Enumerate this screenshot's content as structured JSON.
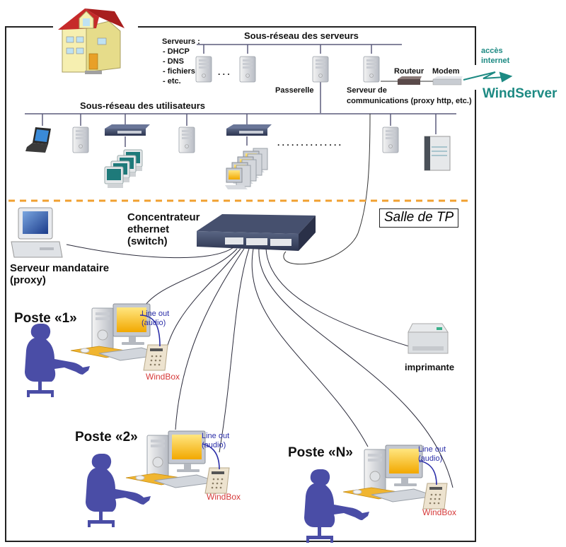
{
  "building": {
    "icon": "house-icon"
  },
  "server_subnet": {
    "title": "Sous-réseau des serveurs",
    "servers_heading": "Serveurs :",
    "servers_list": [
      "- DHCP",
      "- DNS",
      "- fichiers",
      "- etc."
    ],
    "ellipsis": ". . .",
    "gateway_label": "Passerelle",
    "comm_server_label_line1": "Serveur de",
    "comm_server_label_line2": "communications (proxy http, etc.)",
    "router_label": "Routeur",
    "modem_label": "Modem"
  },
  "internet": {
    "access_line1": "accès",
    "access_line2": "internet",
    "service_name": "WindServer",
    "color": "#1d8a83"
  },
  "user_subnet": {
    "title": "Sous-réseau des utilisateurs",
    "ellipsis": ". . . . . . . . . . . . . ."
  },
  "classroom": {
    "zone_label": "Salle de TP",
    "divider_color": "#f0a030",
    "switch_label_line1": "Concentrateur",
    "switch_label_line2": "ethernet",
    "switch_label_line3": "(switch)",
    "proxy_label_line1": "Serveur mandataire",
    "proxy_label_line2": "(proxy)",
    "printer_label": "imprimante",
    "workstations": [
      {
        "name": "Poste «1»",
        "line_out_1": "Line out",
        "line_out_2": "(audio)",
        "device": "WindBox"
      },
      {
        "name": "Poste «2»",
        "line_out_1": "Line out",
        "line_out_2": "(audio)",
        "device": "WindBox"
      },
      {
        "name": "Poste «N»",
        "line_out_1": "Line out",
        "line_out_2": "(audio)",
        "device": "WindBox"
      }
    ]
  }
}
